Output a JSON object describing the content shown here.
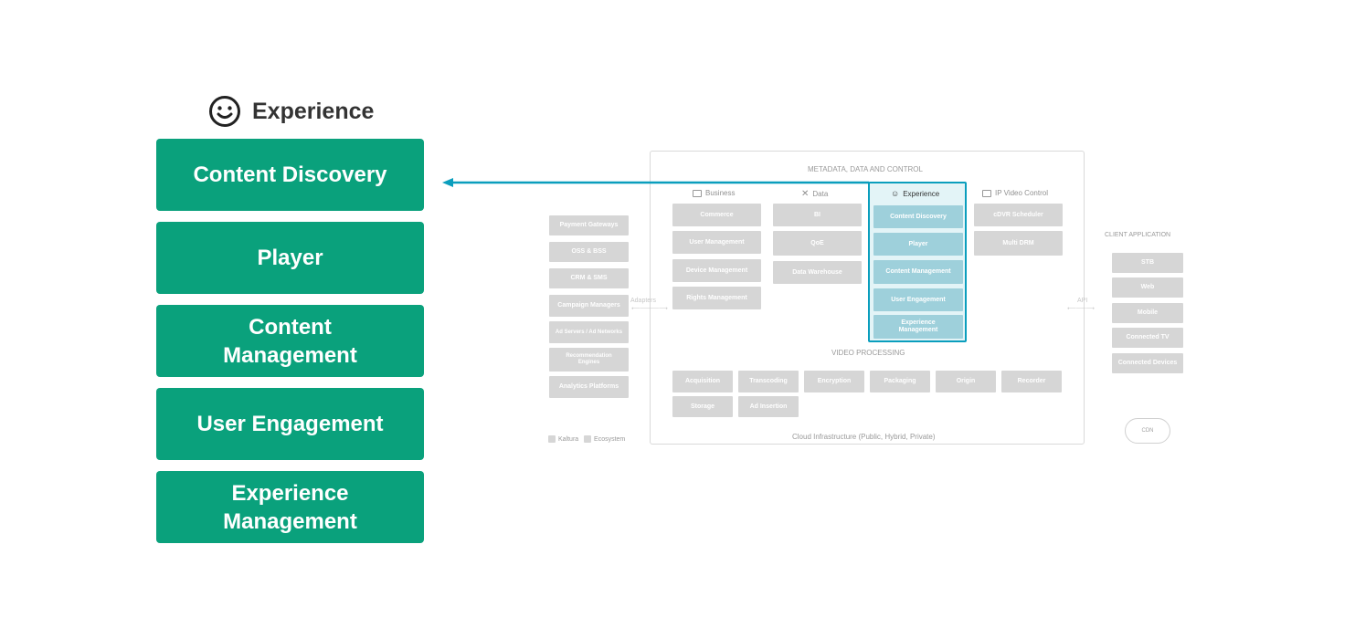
{
  "experience_panel": {
    "title": "Experience",
    "items": [
      {
        "label": "Content Discovery"
      },
      {
        "label": "Player"
      },
      {
        "label": "Content Management"
      },
      {
        "label": "User Engagement"
      },
      {
        "label": "Experience Management"
      }
    ]
  },
  "diagram": {
    "top_label": "METADATA, DATA AND CONTROL",
    "columns": {
      "business": {
        "label": "Business",
        "items": [
          "Commerce",
          "User Management",
          "Device Management",
          "Rights Management"
        ]
      },
      "data": {
        "label": "Data",
        "items": [
          "BI",
          "QoE",
          "Data Warehouse"
        ]
      },
      "experience": {
        "label": "Experience",
        "items": [
          "Content Discovery",
          "Player",
          "Content Management",
          "User Engagement",
          "Experience Management"
        ]
      },
      "ip_video": {
        "label": "IP Video Control",
        "items": [
          "cDVR Scheduler",
          "Multi DRM"
        ]
      }
    },
    "ecosystem": [
      "Payment Gateways",
      "OSS & BSS",
      "CRM & SMS",
      "Campaign Managers",
      "Ad Servers / Ad Networks",
      "Recommendation Engines",
      "Analytics Platforms"
    ],
    "adapters_label": "Adapters",
    "api_label": "API",
    "video_processing": {
      "label": "VIDEO PROCESSING",
      "items": [
        "Acquisition",
        "Transcoding",
        "Encryption",
        "Packaging",
        "Origin",
        "Recorder",
        "Storage",
        "Ad Insertion"
      ]
    },
    "cloud_label": "Cloud Infrastructure (Public, Hybrid, Private)",
    "client_app": {
      "label": "CLIENT APPLICATION",
      "items": [
        "STB",
        "Web",
        "Mobile",
        "Connected TV",
        "Connected Devices"
      ]
    },
    "cdn_label": "CDN",
    "legend": {
      "kaltura": "Kaltura",
      "ecosystem": "Ecosystem"
    }
  },
  "colors": {
    "green": "#0aa17c",
    "teal": "#0a9ebd"
  }
}
